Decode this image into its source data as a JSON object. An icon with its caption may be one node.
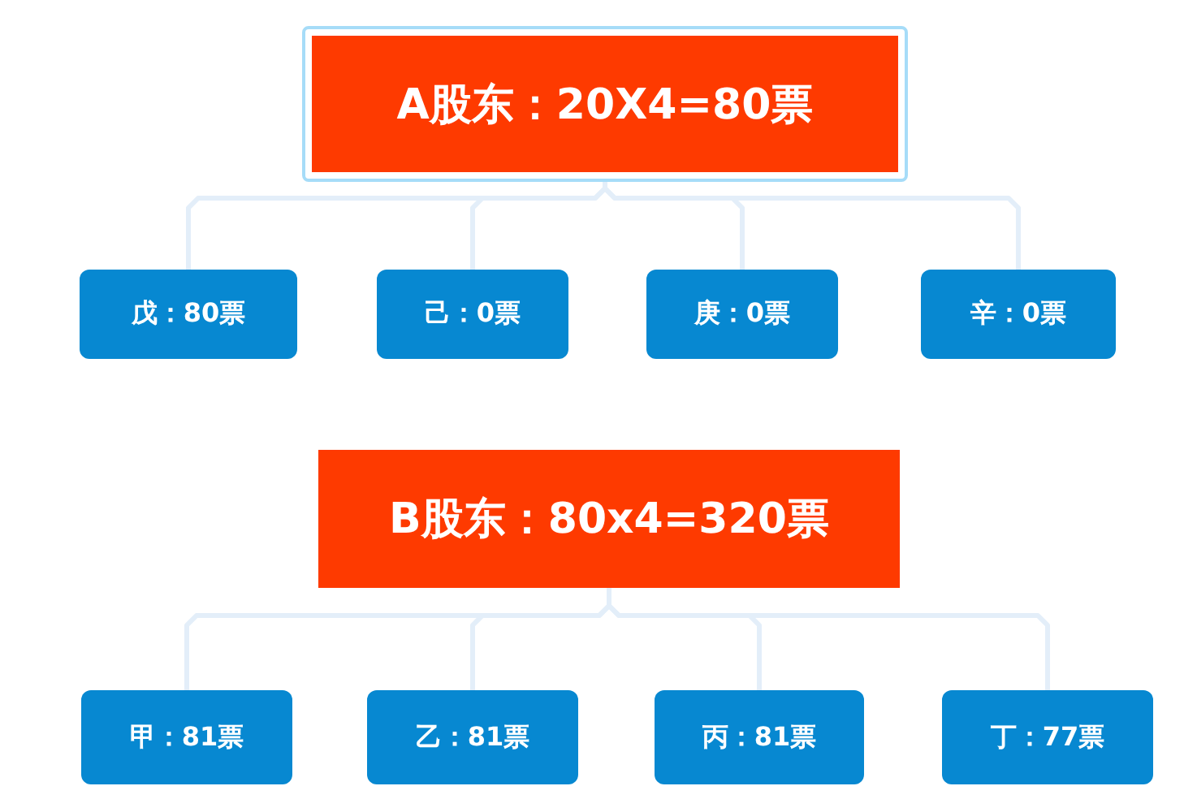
{
  "diagram": {
    "nodes": [
      {
        "text": [
          "A股东：20X4=80票"
        ]
      },
      {
        "text": [
          "戊：80票"
        ]
      },
      {
        "text": [
          "己：0票"
        ]
      },
      {
        "text": [
          "庚：0票"
        ]
      },
      {
        "text": [
          "辛：0票"
        ]
      },
      {
        "text": [
          "B股东：80x4=320票"
        ]
      },
      {
        "text": [
          "甲：81票"
        ]
      },
      {
        "text": [
          "乙：81票"
        ]
      },
      {
        "text": [
          "丙：81票"
        ]
      },
      {
        "text": [
          "丁：77票"
        ]
      }
    ],
    "edges": [
      {
        "from": 0,
        "to": 1,
        "arrow": "none"
      },
      {
        "from": 0,
        "to": 2,
        "arrow": "none"
      },
      {
        "from": 0,
        "to": 3,
        "arrow": "none"
      },
      {
        "from": 0,
        "to": 4,
        "arrow": "none"
      },
      {
        "from": 5,
        "to": 6,
        "arrow": "none"
      },
      {
        "from": 5,
        "to": 7,
        "arrow": "none"
      },
      {
        "from": 5,
        "to": 8,
        "arrow": "none"
      },
      {
        "from": 5,
        "to": 9,
        "arrow": "none"
      }
    ]
  }
}
